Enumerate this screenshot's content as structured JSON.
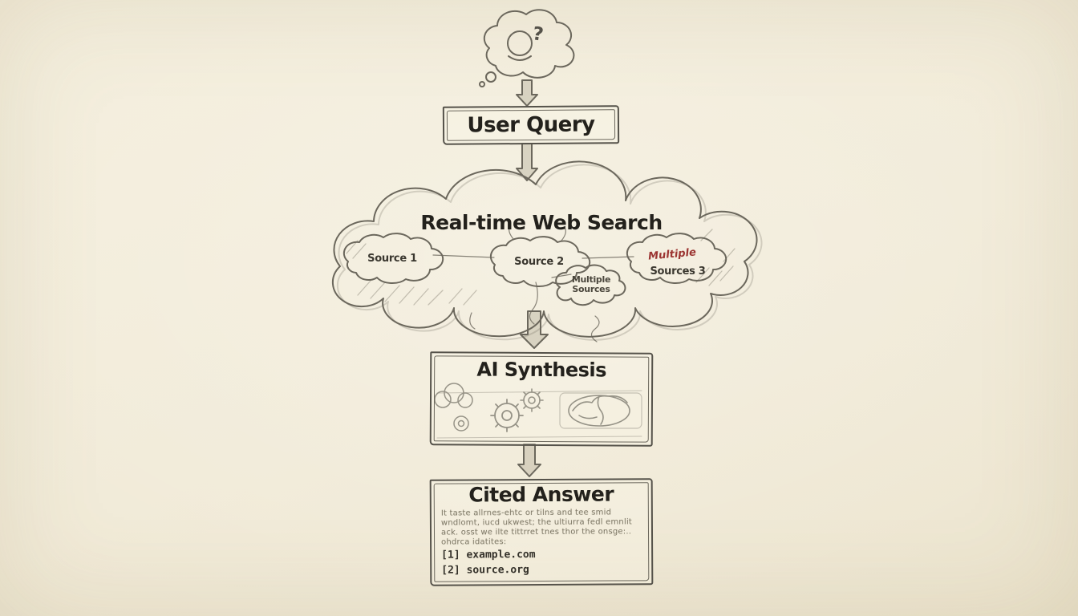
{
  "colors": {
    "background": "#f2ecda",
    "ink": "#26231d",
    "pencil": "#6b675c",
    "accent_red": "#9c3532",
    "arrow_fill": "#c9c3b1"
  },
  "thought": {
    "glyph": "?"
  },
  "steps": {
    "user_query": {
      "label": "User Query"
    },
    "web_search": {
      "title": "Real-time Web Search",
      "source1": "Source 1",
      "source2": "Source 2",
      "source3": "Sources 3",
      "multiple_line1": "Multiple",
      "multiple_line2": "Sources",
      "annotation": "Multiple"
    },
    "synthesis": {
      "title": "AI Synthesis"
    },
    "cited_answer": {
      "title": "Cited Answer",
      "body": [
        "It taste allrnes-ehtc or tilns and tee smid",
        "wndlomt, iucd ukwest; the ultiurra fedl emnlit",
        "ack. osst we ilte tittrret tnes thor the onsge:..",
        "ohdrca idatites:"
      ],
      "citations": [
        {
          "ref": "[1]",
          "source": "example.com"
        },
        {
          "ref": "[2]",
          "source": "source.org"
        }
      ]
    }
  }
}
